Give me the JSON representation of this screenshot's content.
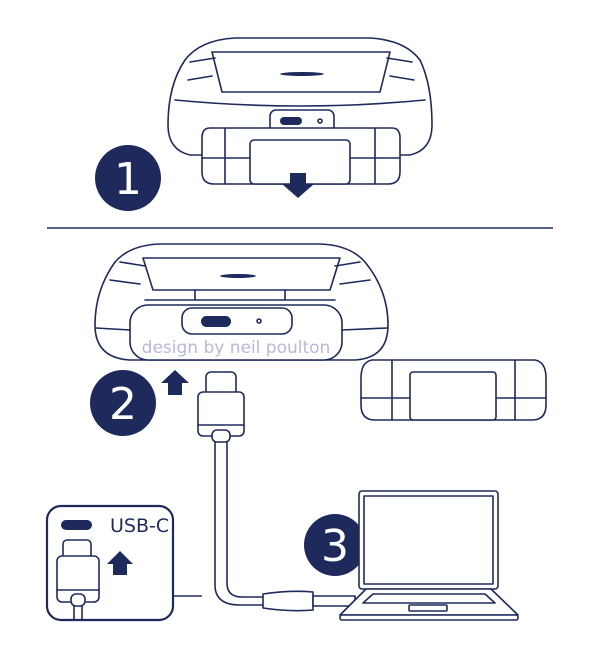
{
  "steps": [
    "1",
    "2",
    "3"
  ],
  "drive_caption": "design by neil poulton",
  "inset_label": "USB-C",
  "colors": {
    "primary": "#1f2a5c",
    "caption": "#b9b8da",
    "background": "#ffffff"
  }
}
